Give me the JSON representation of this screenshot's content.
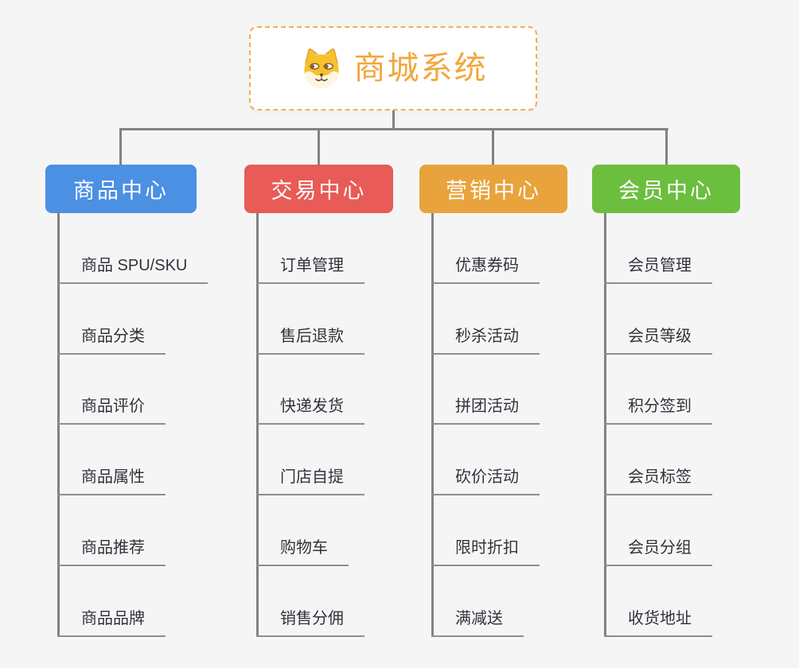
{
  "diagram": {
    "connector_color": "#828282",
    "root": {
      "title": "商城系统",
      "title_color": "#F1A73E",
      "border_color": "#F2B04B",
      "icon": "shiba-dog-icon"
    },
    "branches": [
      {
        "label": "商品中心",
        "color": "#4B90E3",
        "items": [
          "商品 SPU/SKU",
          "商品分类",
          "商品评价",
          "商品属性",
          "商品推荐",
          "商品品牌"
        ]
      },
      {
        "label": "交易中心",
        "color": "#E85B56",
        "items": [
          "订单管理",
          "售后退款",
          "快递发货",
          "门店自提",
          "购物车",
          "销售分佣"
        ]
      },
      {
        "label": "营销中心",
        "color": "#E9A33C",
        "items": [
          "优惠券码",
          "秒杀活动",
          "拼团活动",
          "砍价活动",
          "限时折扣",
          "满减送"
        ]
      },
      {
        "label": "会员中心",
        "color": "#6CBE3F",
        "items": [
          "会员管理",
          "会员等级",
          "积分签到",
          "会员标签",
          "会员分组",
          "收货地址"
        ]
      }
    ]
  }
}
